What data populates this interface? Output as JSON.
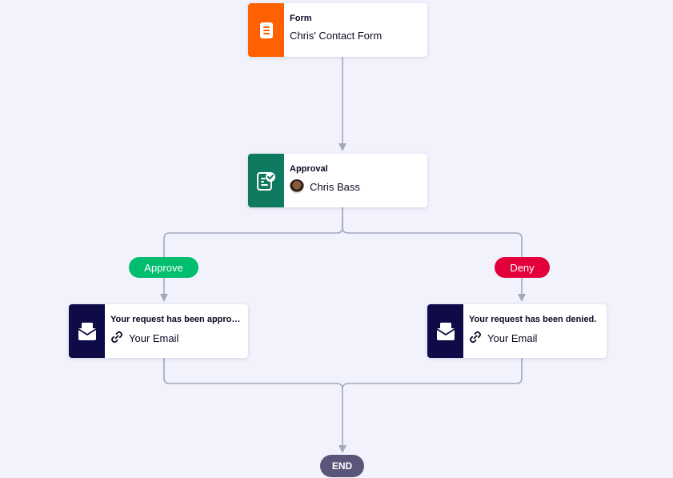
{
  "colors": {
    "background": "#f2f2fd",
    "connector": "#a6a6be",
    "form_tile": "#ff6100",
    "approval_tile": "#0f7a5f",
    "email_tile": "#0f0b47",
    "approve": "#01bd6f",
    "deny": "#e3003a",
    "end": "#5a5679"
  },
  "nodes": {
    "form": {
      "type": "Form",
      "name": "Chris' Contact Form",
      "icon": "form-icon"
    },
    "approval": {
      "type": "Approval",
      "assignee": "Chris Bass",
      "icon": "approval-icon"
    },
    "email_approved": {
      "title": "Your request has been approv…",
      "recipient": "Your Email",
      "icon": "email-icon"
    },
    "email_denied": {
      "title": "Your request has been denied.",
      "recipient": "Your Email",
      "icon": "email-icon"
    }
  },
  "branches": {
    "approve": "Approve",
    "deny": "Deny"
  },
  "end": {
    "label": "END"
  }
}
